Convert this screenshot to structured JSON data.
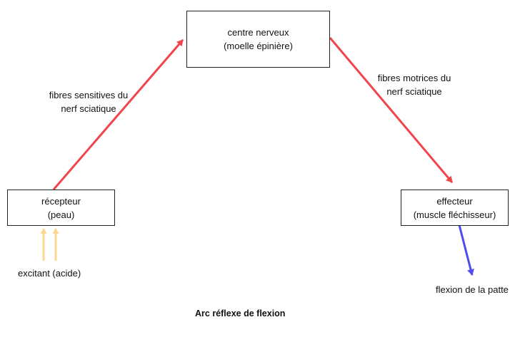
{
  "diagram": {
    "nodes": {
      "centre": {
        "line1": "centre nerveux",
        "line2": "(moelle épinière)"
      },
      "recepteur": {
        "line1": "récepteur",
        "line2": "(peau)"
      },
      "effecteur": {
        "line1": "effecteur",
        "line2": "(muscle fléchisseur)"
      }
    },
    "edges": {
      "sensory": {
        "line1": "fibres sensitives du",
        "line2": "nerf sciatique",
        "color": "#f0454a"
      },
      "motor": {
        "line1": "fibres motrices du",
        "line2": "nerf sciatique",
        "color": "#f0454a"
      },
      "response_color": "#4c4cf0",
      "stimulus_color": "#fad78c"
    },
    "stimulus_label": "excitant (acide)",
    "response_label": "flexion de la patte",
    "caption": "Arc réflexe de flexion"
  }
}
